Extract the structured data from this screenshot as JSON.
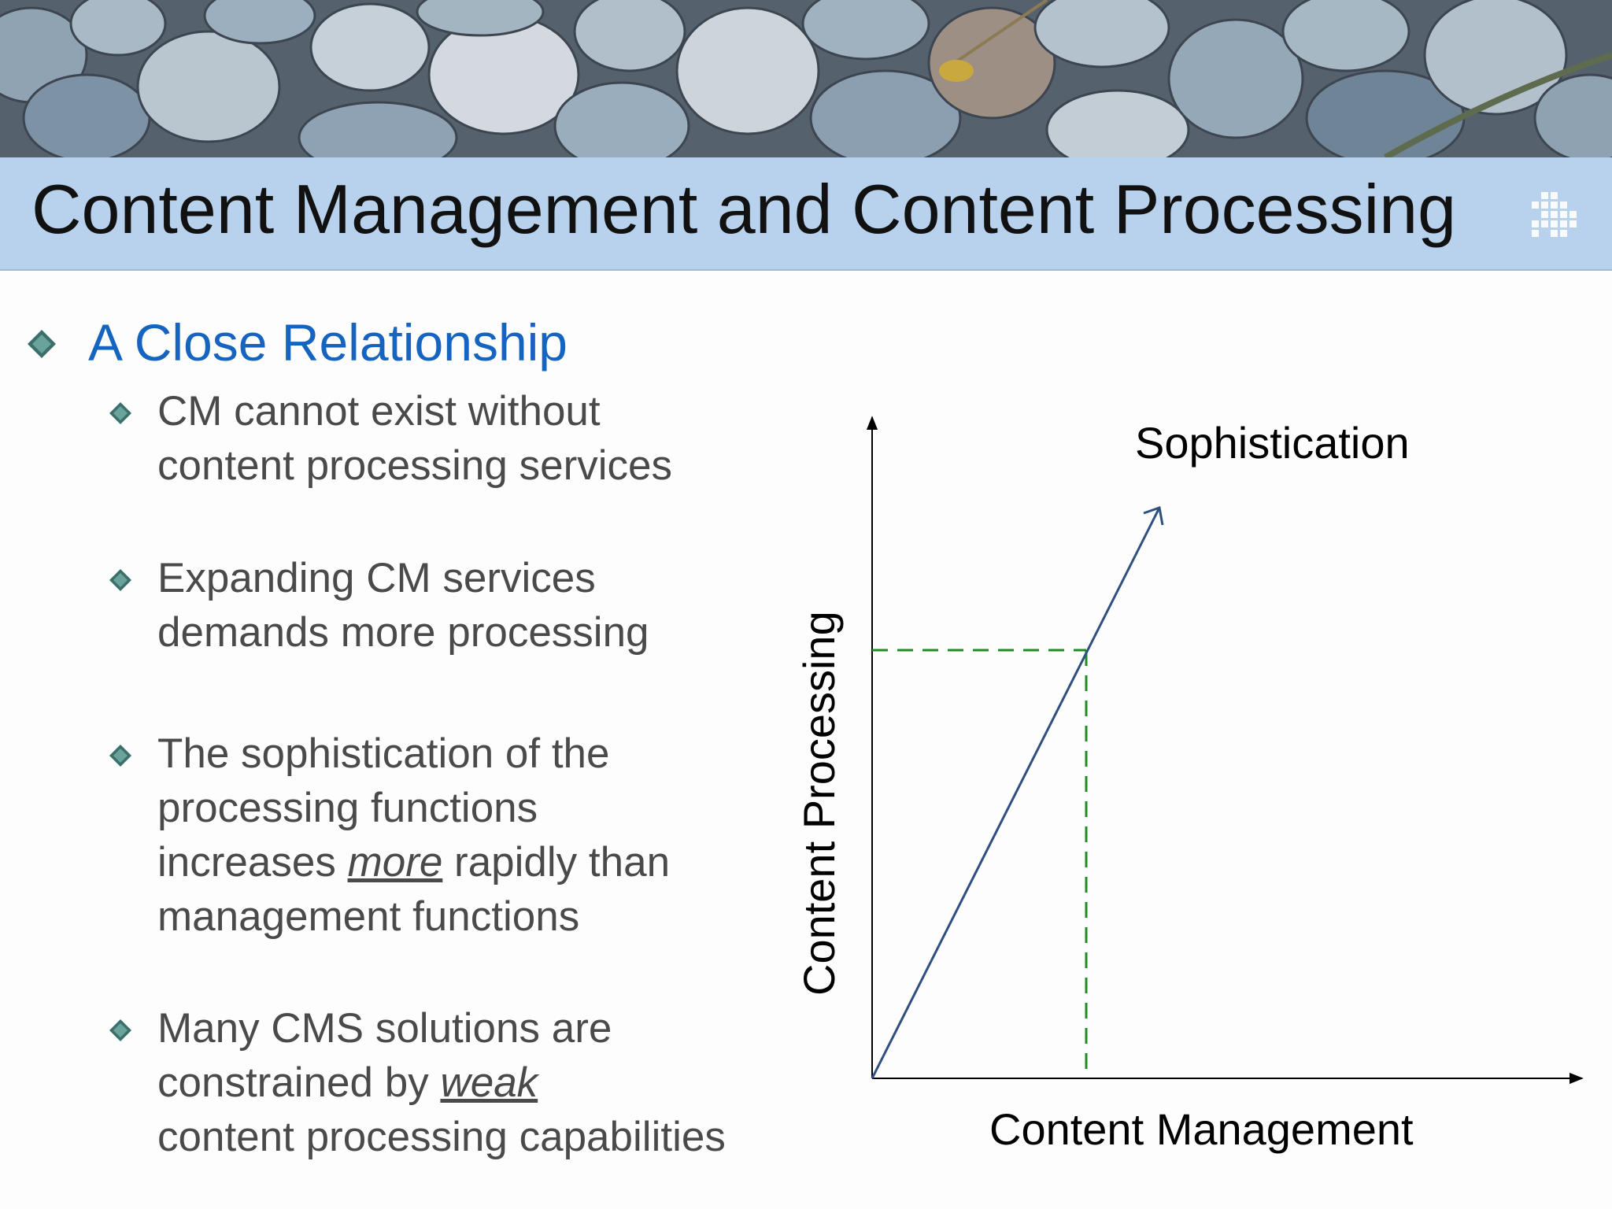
{
  "slide": {
    "title": "Content Management and Content Processing",
    "heading": "A Close Relationship",
    "bullets": [
      {
        "text": "CM cannot exist without\ncontent processing services"
      },
      {
        "text": "Expanding CM services\ndemands more processing"
      },
      {
        "before": "The sophistication of the\nprocessing functions\nincreases ",
        "emphasis": "more",
        "after": " rapidly than\nmanagement functions"
      },
      {
        "before": "Many CMS solutions are\nconstrained by ",
        "emphasis": "weak",
        "after": "\ncontent processing capabilities"
      }
    ]
  },
  "diagram": {
    "x_axis_label": "Content Management",
    "y_axis_label": "Content Processing",
    "line_label": "Sophistication"
  },
  "colors": {
    "title_bar": "#b8d1ec",
    "heading": "#1565c0",
    "body_text": "#4a4a4a",
    "line": "#2f4f7f",
    "guide": "#1e8c1e",
    "bullet": "#3b6f6a"
  },
  "icons": {
    "bullet": "diamond-bullet-icon",
    "logo": "dot-grid-logo-icon",
    "banner": "river-stones-photo"
  }
}
